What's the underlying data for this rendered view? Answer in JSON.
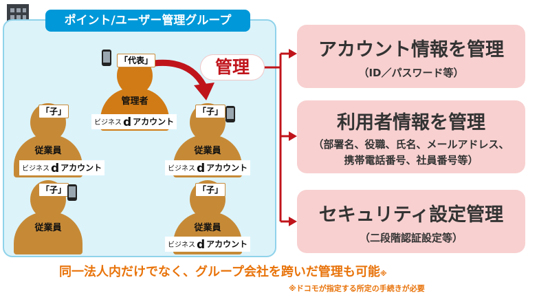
{
  "group": {
    "title": "ポイント/ユーザー管理グループ"
  },
  "people": {
    "manager": {
      "role": "「代表」",
      "label": "管理者",
      "badge_prefix": "ビジネス",
      "badge_d": "d",
      "badge_suffix": "アカウント"
    },
    "child1": {
      "role": "「子」",
      "label": "従業員",
      "badge_prefix": "ビジネス",
      "badge_d": "d",
      "badge_suffix": "アカウント"
    },
    "child2": {
      "role": "「子」",
      "label": "従業員",
      "badge_prefix": "ビジネス",
      "badge_d": "d",
      "badge_suffix": "アカウント"
    },
    "child3": {
      "role": "「子」",
      "label": "従業員"
    },
    "child4": {
      "role": "「子」",
      "label": "従業員",
      "badge_prefix": "ビジネス",
      "badge_d": "d",
      "badge_suffix": "アカウント"
    }
  },
  "kanri": "管理",
  "boxes": [
    {
      "title": "アカウント情報を管理",
      "sub": "（ID／パスワード等）"
    },
    {
      "title": "利用者情報を管理",
      "sub1": "（部署名、役職、氏名、メールアドレス、",
      "sub2": "携帯電話番号、社員番号等）"
    },
    {
      "title": "セキュリティ設定管理",
      "sub": "（二段階認証設定等）"
    }
  ],
  "footer": {
    "main": "同一法人内だけでなく、グループ会社を跨いだ管理も可能",
    "mark": "※",
    "note": "※ドコモが指定する所定の手続きが必要"
  },
  "colors": {
    "accent_red": "#c0141b",
    "panel_blue": "#0098d8",
    "box_pink": "#f8d0d0",
    "footer_orange": "#e8730a",
    "person": "#c68a37"
  }
}
